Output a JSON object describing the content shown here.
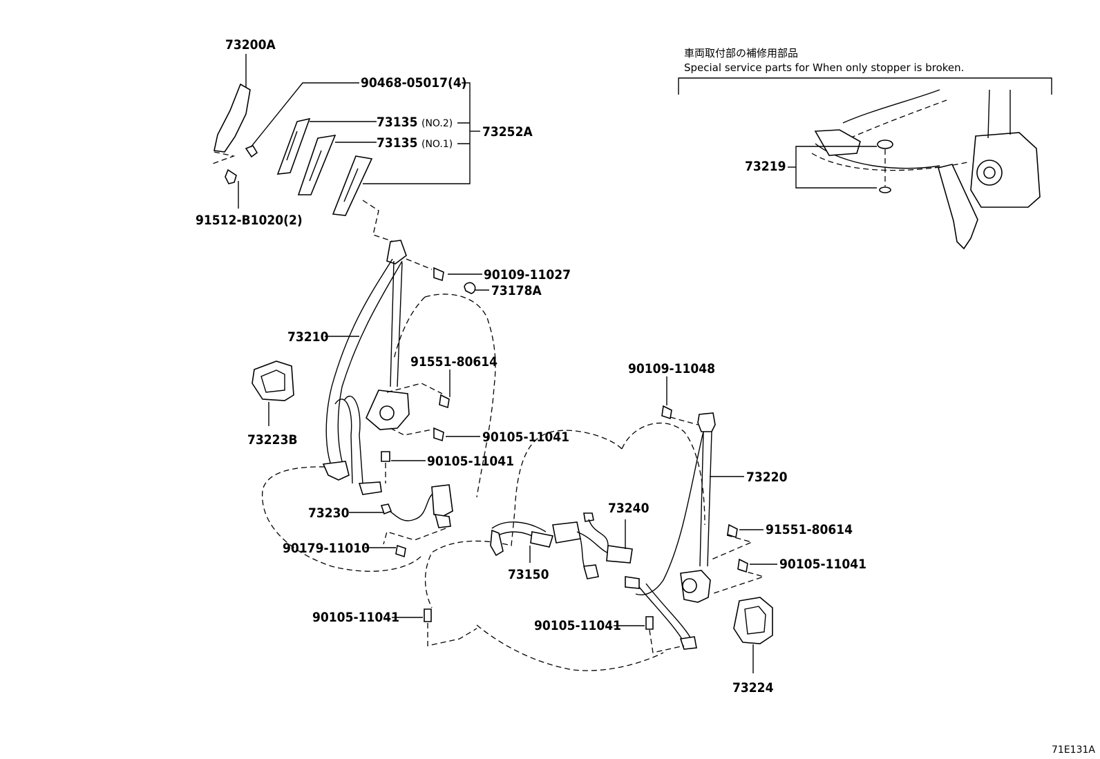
{
  "note": {
    "japanese": "車両取付部の補修用部品",
    "english": "Special service parts for When only stopper is broken."
  },
  "labels": {
    "p73200A": "73200A",
    "p90468": "90468-05017(4)",
    "p73135_no2": "73135",
    "p73135_no2_suffix": "(NO.2)",
    "p73135_no1": "73135",
    "p73135_no1_suffix": "(NO.1)",
    "p73252A": "73252A",
    "p91512": "91512-B1020(2)",
    "p90109_11027": "90109-11027",
    "p73178A": "73178A",
    "p73210": "73210",
    "p91551_a": "91551-80614",
    "p73223B": "73223B",
    "p90105_a": "90105-11041",
    "p90105_b": "90105-11041",
    "p73230": "73230",
    "p90179": "90179-11010",
    "p90109_11048": "90109-11048",
    "p73220": "73220",
    "p73240": "73240",
    "p91551_b": "91551-80614",
    "p90105_c": "90105-11041",
    "p73150": "73150",
    "p90105_d": "90105-11041",
    "p90105_e": "90105-11041",
    "p73224": "73224",
    "p73219": "73219",
    "diagram_id": "71E131A"
  }
}
